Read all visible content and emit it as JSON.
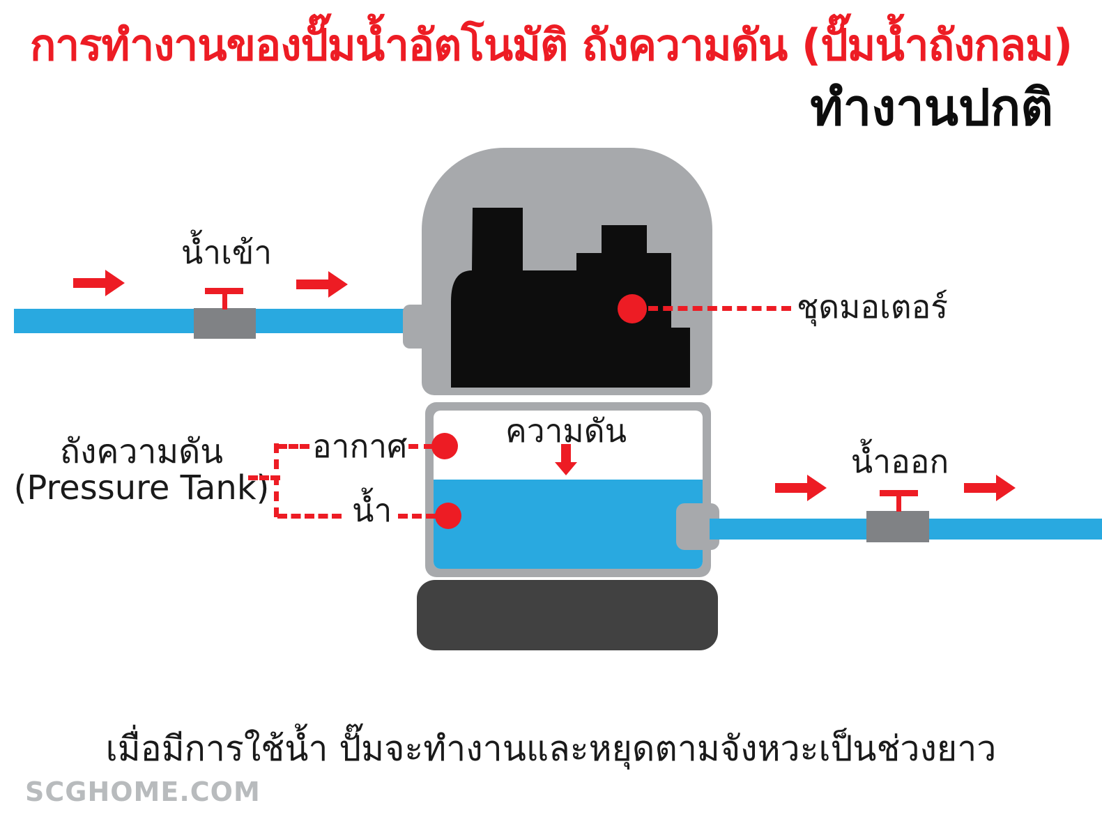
{
  "title": {
    "text": "การทำงานของปั๊มน้ำอัตโนมัติ ถังความดัน (ปั๊มน้ำถังกลม)",
    "color": "#ED1C24"
  },
  "subtitle": {
    "text": "ทำงานปกติ"
  },
  "diagram": {
    "labels": {
      "water_in": "น้ำเข้า",
      "water_out": "น้ำออก",
      "motor_unit": "ชุดมอเตอร์",
      "pressure": "ความดัน",
      "air": "อากาศ",
      "water": "น้ำ",
      "tank_line1": "ถังความดัน",
      "tank_line2": "(Pressure Tank)"
    },
    "icons": [
      "flow-arrow-icon",
      "valve-icon",
      "motor-silhouette-icon",
      "pressure-down-arrow-icon",
      "marker-dot-icon"
    ],
    "colors": {
      "accent_red": "#ED1C24",
      "pipe_blue": "#29A9E0",
      "housing_gray": "#A7A9AC",
      "valve_gray": "#808285",
      "base_dark": "#414141",
      "motor_black": "#0d0d0d"
    }
  },
  "caption": {
    "text": "เมื่อมีการใช้น้ำ ปั๊มจะทำงานและหยุดตามจังหวะเป็นช่วงยาว"
  },
  "watermark": {
    "text": "SCGHOME.COM"
  }
}
